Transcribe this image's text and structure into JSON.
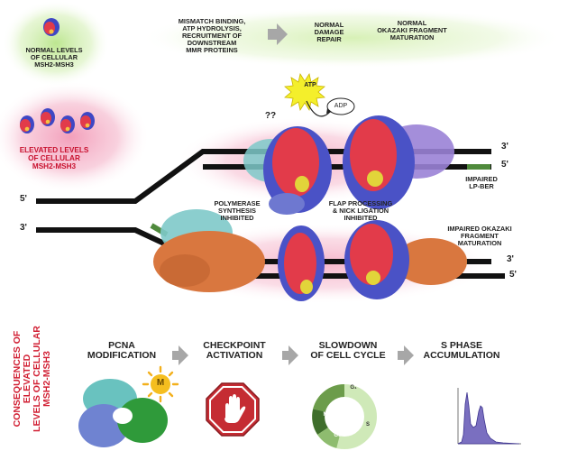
{
  "normal_levels": {
    "label": "NORMAL LEVELS\nOF CELLULAR\nMSH2-MSH3"
  },
  "normal_pathway": {
    "step1": "MISMATCH BINDING,\nATP HYDROLYSIS,\nRECRUITMENT OF\nDOWNSTREAM\nMMR PROTEINS",
    "step2": "NORMAL\nDAMAGE\nREPAIR",
    "step3": "NORMAL\nOKAZAKI FRAGMENT\nMATURATION"
  },
  "elevated_levels": {
    "label": "ELEVATED LEVELS\nOF CELLULAR\nMSH2-MSH3"
  },
  "atp": {
    "atp_label": "ATP",
    "adp_label": "ADP",
    "question": "??"
  },
  "strand_labels": {
    "top_right_3": "3'",
    "top_right_5": "5'",
    "left_5": "5'",
    "left_3": "3'",
    "bottom_right_3": "3'",
    "bottom_right_5": "5'"
  },
  "annotations": {
    "impaired_lp_ber": "IMPAIRED\nLP-BER",
    "polymerase_inhibited": "POLYMERASE\nSYNTHESIS\nINHIBITED",
    "flap_inhibited": "FLAP PROCESSING\n& NICK LIGATION\nINHIBITED",
    "impaired_okazaki": "IMPAIRED OKAZAKI\nFRAGMENT\nMATURATION"
  },
  "consequences": {
    "side_title": "CONSEQUENCES OF ELEVATED\nLEVELS OF CELLULAR\nMSH2-MSH3",
    "step1": "PCNA\nMODIFICATION",
    "step2": "CHECKPOINT\nACTIVATION",
    "step3": "SLOWDOWN\nOF CELL CYCLE",
    "step4": "S PHASE\nACCUMULATION",
    "modification_mark": "M",
    "cell_cycle_phases": [
      "G₁",
      "S",
      "G₂",
      "M"
    ]
  },
  "colors": {
    "msh2": "#3f47c4",
    "msh3": "#e23b4a",
    "pcna": "#e07a3e",
    "dna": "#111111",
    "green_strand": "#4f8a3c",
    "elevated_glow": "#f7b9cf",
    "normal_glow": "#c9ec9e",
    "text_red": "#c8102e"
  }
}
